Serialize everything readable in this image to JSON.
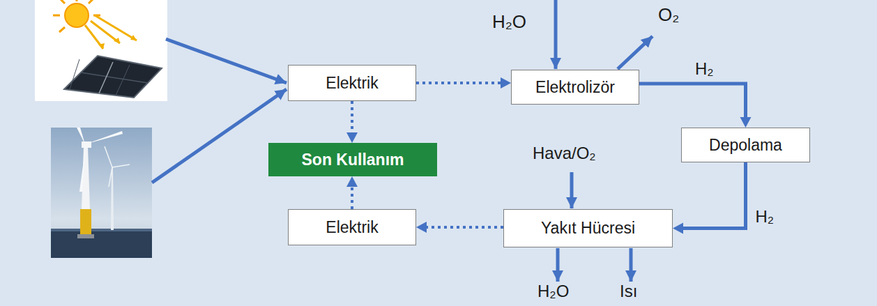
{
  "diagram": {
    "nodes": [
      {
        "text": [
          "Elektrik"
        ]
      },
      {
        "text": [
          "Elektrolizör"
        ]
      },
      {
        "text": [
          "Depolama"
        ]
      },
      {
        "text": [
          "Son Kullanım"
        ]
      },
      {
        "text": [
          "Elektrik"
        ]
      },
      {
        "text": [
          "Yakıt Hücresi"
        ]
      }
    ],
    "edges": [
      {
        "from": 0,
        "to": 1,
        "arrow": "to"
      },
      {
        "from": 1,
        "to": 2,
        "label": "H₂",
        "arrow": "to"
      },
      {
        "from": 2,
        "to": 5,
        "label": "H₂",
        "arrow": "to"
      },
      {
        "from": 0,
        "to": 3,
        "arrow": "to"
      },
      {
        "from": 5,
        "to": 4,
        "arrow": "to"
      },
      {
        "from": 4,
        "to": 3,
        "arrow": "to"
      }
    ],
    "labels": [
      "H₂O",
      "O₂",
      "Hava/O₂",
      "H₂O",
      "Isı"
    ]
  }
}
